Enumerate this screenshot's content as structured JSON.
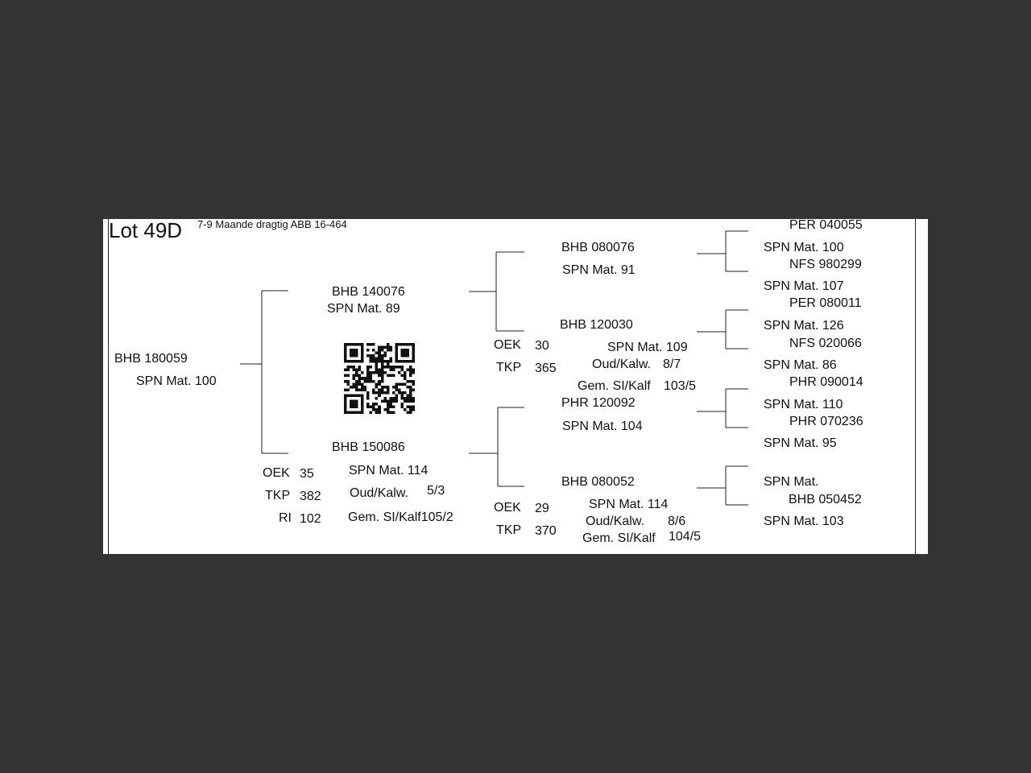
{
  "lot": {
    "title": "Lot 49D",
    "subtitle": "7-9 Maande dragtig ABB 16-464"
  },
  "animal": {
    "id": "BHB 180059",
    "spn": "SPN Mat. 100"
  },
  "sire": {
    "id": "BHB 140076",
    "spn": "SPN Mat. 89"
  },
  "dam": {
    "id": "BHB 150086",
    "spn": "SPN Mat. 114",
    "oud_label": "Oud/Kalw.",
    "oud_value": "5/3",
    "gem": "Gem. SI/Kalf105/2",
    "stats": [
      {
        "label": "OEK",
        "value": "35"
      },
      {
        "label": "TKP",
        "value": "382"
      },
      {
        "label": "RI",
        "value": "102"
      }
    ]
  },
  "ss": {
    "id": "BHB 080076",
    "spn": "SPN Mat. 91"
  },
  "sd": {
    "id": "BHB 120030",
    "spn": "SPN Mat. 109",
    "oud_label": "Oud/Kalw.",
    "oud_value": "8/7",
    "gem_label": "Gem. SI/Kalf",
    "gem_value": "103/5",
    "stats": [
      {
        "label": "OEK",
        "value": "30"
      },
      {
        "label": "TKP",
        "value": "365"
      }
    ]
  },
  "ds": {
    "id": "PHR 120092",
    "spn": "SPN Mat. 104"
  },
  "dd": {
    "id": "BHB 080052",
    "spn": "SPN Mat. 114",
    "oud_label": "Oud/Kalw.",
    "oud_value": "8/6",
    "gem_label": "Gem. SI/Kalf",
    "gem_value": "104/5",
    "stats": [
      {
        "label": "OEK",
        "value": "29"
      },
      {
        "label": "TKP",
        "value": "370"
      }
    ]
  },
  "gen3": [
    {
      "id": "PER 040055",
      "spn": "SPN Mat. 100"
    },
    {
      "id": "NFS 980299",
      "spn": "SPN Mat. 107"
    },
    {
      "id": "PER 080011",
      "spn": "SPN Mat. 126"
    },
    {
      "id": "NFS 020066",
      "spn": "SPN Mat. 86"
    },
    {
      "id": "PHR 090014",
      "spn": "SPN Mat. 110"
    },
    {
      "id": "PHR 070236",
      "spn": "SPN Mat. 95"
    },
    {
      "id": "",
      "spn": "SPN Mat."
    },
    {
      "id": "BHB 050452",
      "spn": "SPN Mat. 103"
    }
  ],
  "qr_code": {
    "icon": "qr-code-icon"
  }
}
